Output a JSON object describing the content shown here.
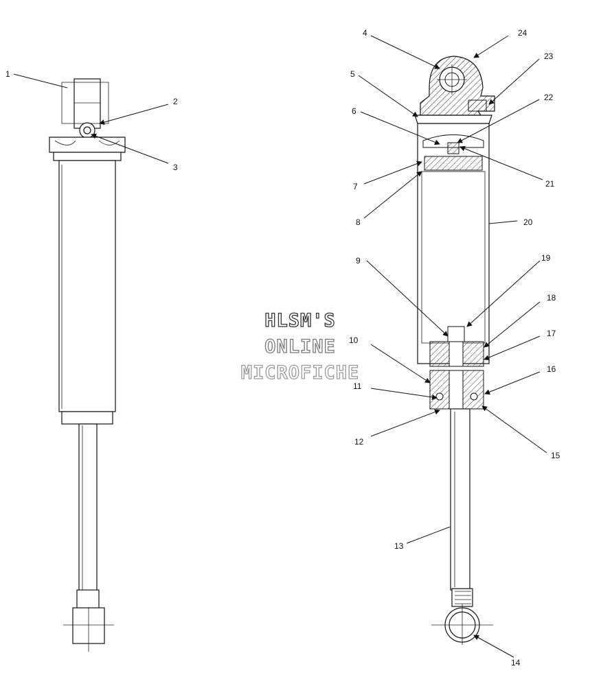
{
  "watermark": {
    "line1": "HLSM'S",
    "line2": "ONLINE",
    "line3": "MICROFICHE",
    "colors": [
      "#333333",
      "#777777",
      "#999999"
    ]
  },
  "callouts": {
    "c1": "1",
    "c2": "2",
    "c3": "3",
    "c4": "4",
    "c5": "5",
    "c6": "6",
    "c7": "7",
    "c8": "8",
    "c9": "9",
    "c10": "10",
    "c11": "11",
    "c12": "12",
    "c13": "13",
    "c14": "14",
    "c15": "15",
    "c16": "16",
    "c17": "17",
    "c18": "18",
    "c19": "19",
    "c20": "20",
    "c21": "21",
    "c22": "22",
    "c23": "23",
    "c24": "24"
  }
}
